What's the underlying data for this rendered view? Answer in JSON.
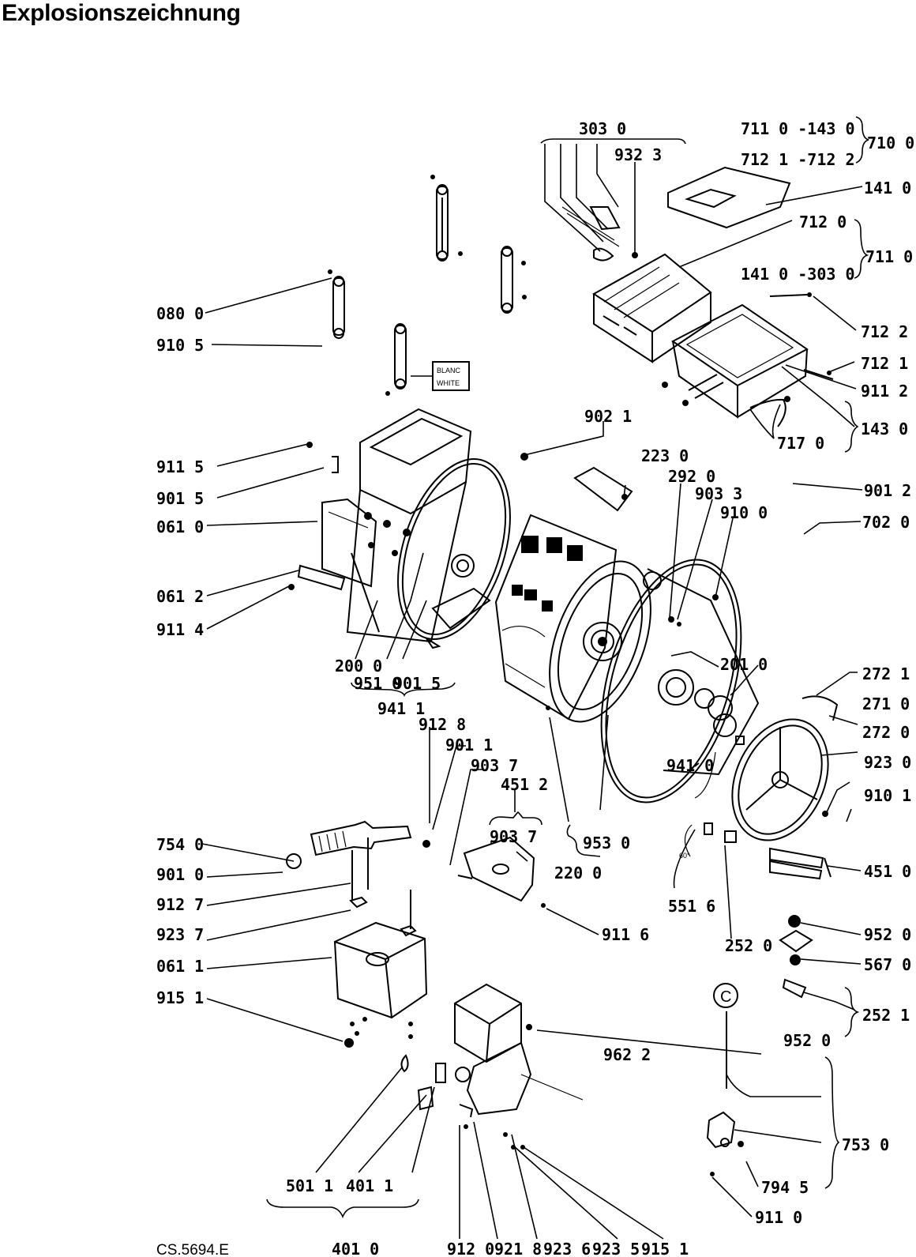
{
  "title": "Explosionszeichnung",
  "drawing_ref": "CS.5694.E",
  "box_label": {
    "line1": "BLANC",
    "line2": "WHITE"
  },
  "circle_label": "C",
  "angle_label": "60°",
  "labels": [
    "303 0",
    "932 3",
    "711 0 -143 0",
    "712 1 -712 2",
    "710 0",
    "141 0",
    "712 0",
    "141 0 -303 0",
    "711 0",
    "712 2",
    "712 1",
    "911 2",
    "143 0",
    "717 0",
    "080 0",
    "910 5",
    "902 1",
    "223 0",
    "292 0",
    "903 3",
    "910 0",
    "901 2",
    "702 0",
    "911 5",
    "901 5",
    "061 0",
    "061 2",
    "911 4",
    "200 0",
    "951 0",
    "901 5",
    "941 1",
    "201 0",
    "272 1",
    "271 0",
    "272 0",
    "923 0",
    "910 1",
    "912 8",
    "901 1",
    "903 7",
    "451 2",
    "903 7",
    "941 0",
    "953 0",
    "220 0",
    "754 0",
    "901 0",
    "912 7",
    "923 7",
    "061 1",
    "915 1",
    "911 6",
    "551 6",
    "252 0",
    "451 0",
    "952 0",
    "567 0",
    "252 1",
    "952 0",
    "962 2",
    "753 0",
    "794 5",
    "911 0",
    "501 1",
    "401 1",
    "401 0",
    "912 0",
    "921 8",
    "923 6",
    "923 5",
    "915 1"
  ]
}
